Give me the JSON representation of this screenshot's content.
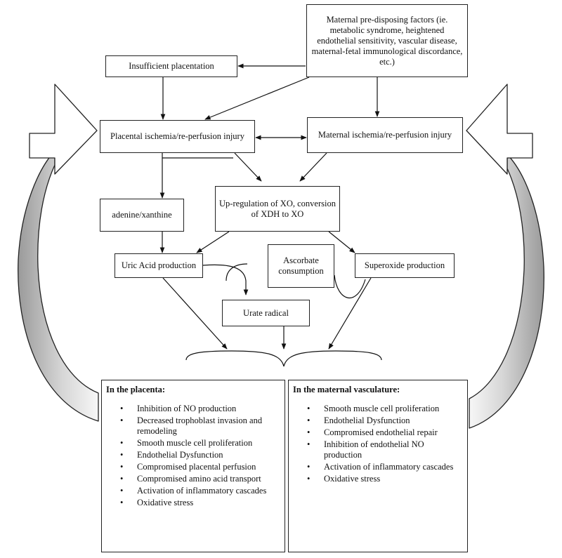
{
  "nodes": {
    "maternal_factors": "Maternal pre-disposing factors (ie. metabolic syndrome, heightened endothelial sensitivity, vascular disease, maternal-fetal immunological discordance, etc.)",
    "insufficient_placentation": "Insufficient placentation",
    "placental_ischemia": "Placental ischemia/re-perfusion injury",
    "maternal_ischemia": "Maternal ischemia/re-perfusion injury",
    "adenine_xanthine": "adenine/xanthine",
    "xo_upregulation": "Up-regulation of XO, conversion of XDH to XO",
    "uric_acid": "Uric Acid production",
    "ascorbate": "Ascorbate consumption",
    "superoxide": "Superoxide production",
    "urate_radical": "Urate radical"
  },
  "placenta": {
    "title": "In the placenta:",
    "items": [
      "Inhibition of NO production",
      "Decreased trophoblast invasion and remodeling",
      "Smooth muscle cell proliferation",
      "Endothelial Dysfunction",
      "Compromised placental perfusion",
      "Compromised amino acid transport",
      "Activation of inflammatory cascades",
      "Oxidative stress"
    ]
  },
  "maternal_vasculature": {
    "title": "In the maternal vasculature:",
    "items": [
      "Smooth muscle cell proliferation",
      "Endothelial Dysfunction",
      "Compromised endothelial repair",
      "Inhibition of endothelial NO production",
      "Activation of inflammatory cascades",
      "Oxidative stress"
    ]
  }
}
